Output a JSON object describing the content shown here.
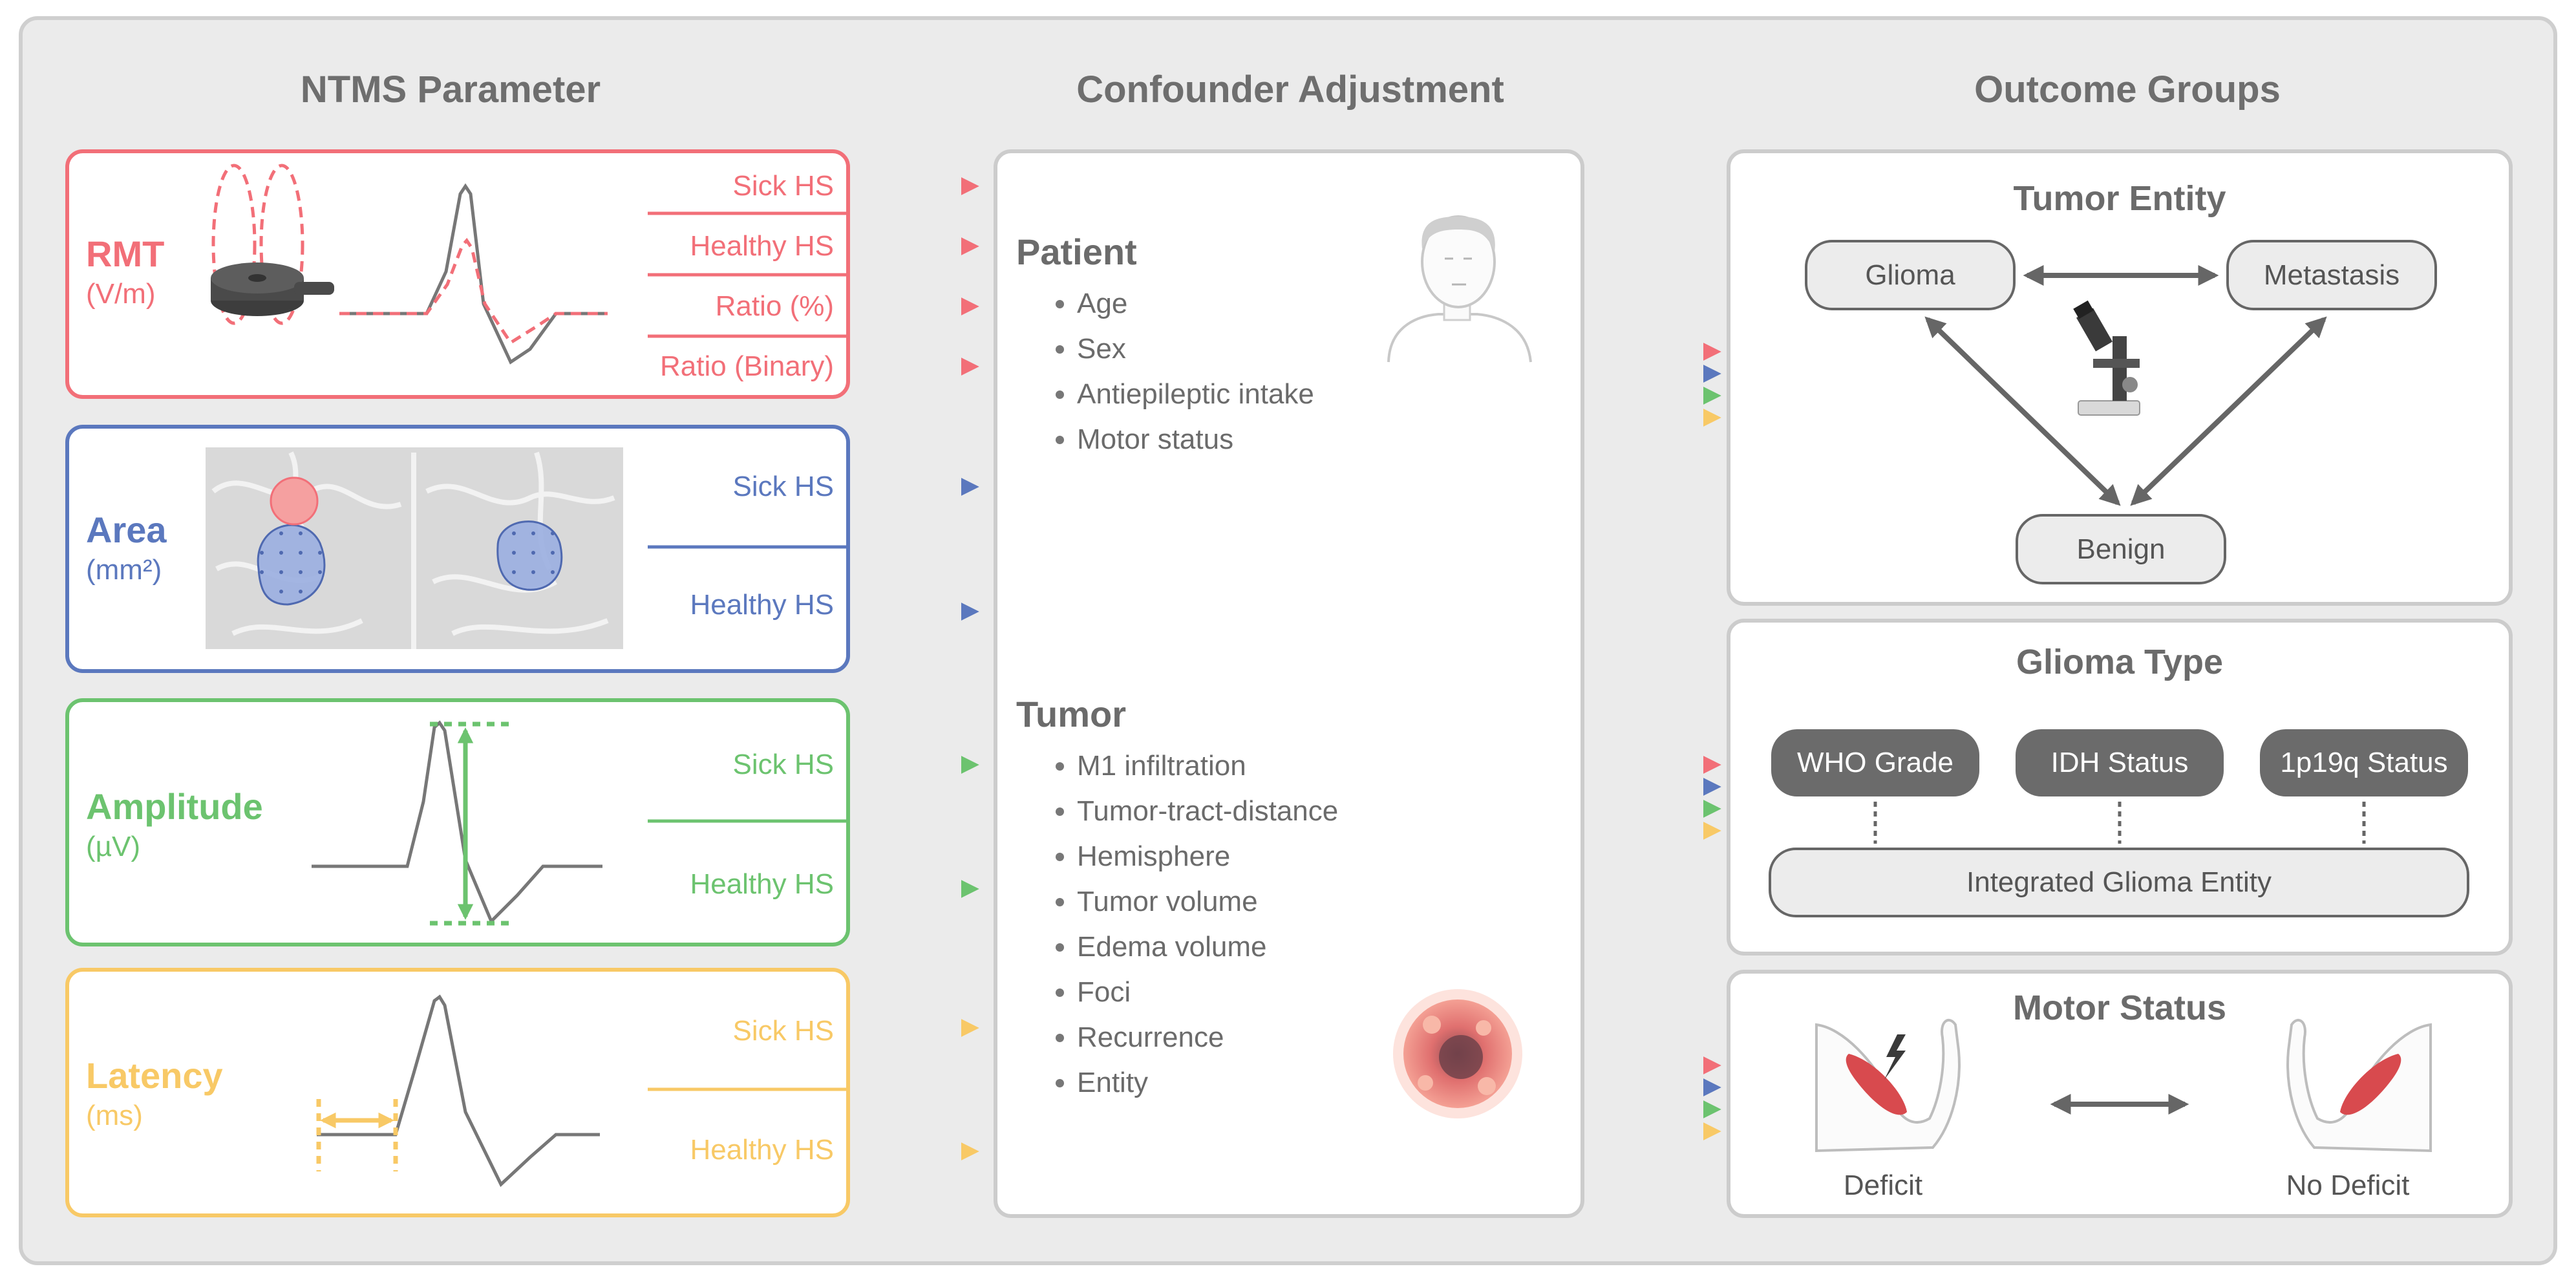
{
  "headers": {
    "ntms": "NTMS Parameter",
    "confounder": "Confounder Adjustment",
    "outcome": "Outcome Groups"
  },
  "parameters": [
    {
      "name": "RMT",
      "unit": "(V/m)",
      "color": "#f26f78",
      "labels": [
        "Sick HS",
        "Healthy HS",
        "Ratio (%)",
        "Ratio (Binary)"
      ]
    },
    {
      "name": "Area",
      "unit": "(mm²)",
      "color": "#5b78be",
      "labels": [
        "Sick HS",
        "Healthy HS"
      ]
    },
    {
      "name": "Amplitude",
      "unit": "(µV)",
      "color": "#6cc36f",
      "labels": [
        "Sick HS",
        "Healthy HS"
      ]
    },
    {
      "name": "Latency",
      "unit": "(ms)",
      "color": "#f8c966",
      "labels": [
        "Sick HS",
        "Healthy HS"
      ]
    }
  ],
  "confounders": {
    "patient": {
      "title": "Patient",
      "items": [
        "Age",
        "Sex",
        "Antiepileptic intake",
        "Motor status"
      ]
    },
    "tumor": {
      "title": "Tumor",
      "items": [
        "M1 infiltration",
        "Tumor-tract-distance",
        "Hemisphere",
        "Tumor volume",
        "Edema volume",
        "Foci",
        "Recurrence",
        "Entity"
      ]
    }
  },
  "outcomes": {
    "tumor_entity": {
      "title": "Tumor Entity",
      "nodes": [
        "Glioma",
        "Metastasis",
        "Benign"
      ]
    },
    "glioma_type": {
      "title": "Glioma Type",
      "nodes": [
        "WHO Grade",
        "IDH Status",
        "1p19q Status"
      ],
      "integrated": "Integrated Glioma Entity"
    },
    "motor_status": {
      "title": "Motor Status",
      "labels": [
        "Deficit",
        "No Deficit"
      ]
    }
  },
  "icons": [
    "tms-coil-icon",
    "brain-surface-icon",
    "patient-head-icon",
    "tumor-cell-icon",
    "microscope-icon",
    "flexed-arm-icon",
    "lightning-icon"
  ]
}
